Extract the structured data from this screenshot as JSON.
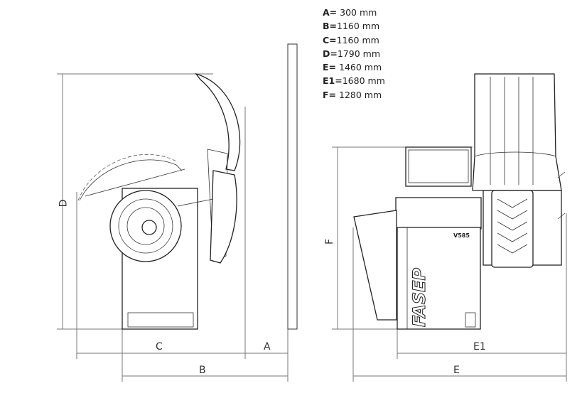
{
  "dimensions": [
    {
      "key": "A=",
      "value": " 300 mm"
    },
    {
      "key": "B=",
      "value": "1160 mm"
    },
    {
      "key": "C=",
      "value": "1160 mm"
    },
    {
      "key": "D=",
      "value": "1790 mm"
    },
    {
      "key": "E=",
      "value": " 1460 mm"
    },
    {
      "key": "E1=",
      "value": "1680 mm"
    },
    {
      "key": "F=",
      "value": " 1280 mm"
    }
  ],
  "labels": {
    "A": "A",
    "B": "B",
    "C": "C",
    "D": "D",
    "E": "E",
    "E1": "E1",
    "F": "F"
  },
  "machine": {
    "model": "V585",
    "brand": "FASEP"
  }
}
